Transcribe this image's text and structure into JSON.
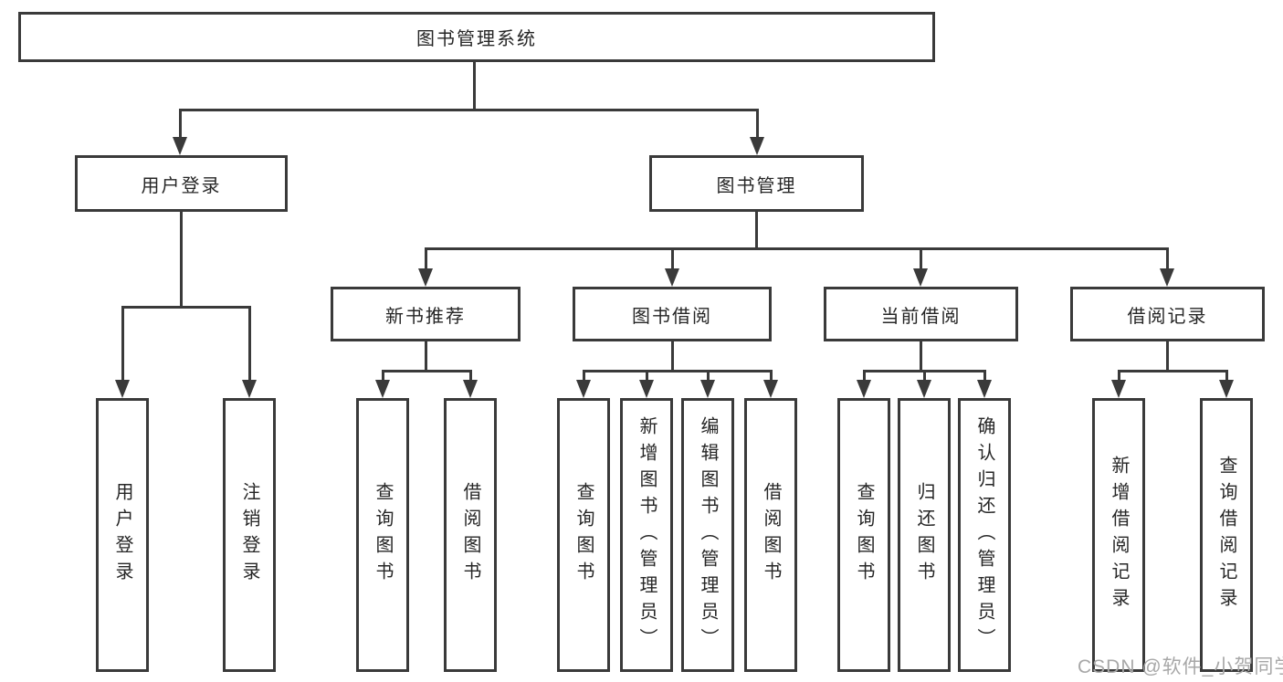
{
  "tree": {
    "label": "图书管理系统",
    "children": [
      {
        "label": "用户登录",
        "children": [
          {
            "label": "用户登录"
          },
          {
            "label": "注销登录"
          }
        ]
      },
      {
        "label": "图书管理",
        "children": [
          {
            "label": "新书推荐",
            "children": [
              {
                "label": "查询图书"
              },
              {
                "label": "借阅图书"
              }
            ]
          },
          {
            "label": "图书借阅",
            "children": [
              {
                "label": "查询图书"
              },
              {
                "label": "新增图书（管理员）"
              },
              {
                "label": "编辑图书（管理员）"
              },
              {
                "label": "借阅图书"
              }
            ]
          },
          {
            "label": "当前借阅",
            "children": [
              {
                "label": "查询图书"
              },
              {
                "label": "归还图书"
              },
              {
                "label": "确认归还（管理员）"
              }
            ]
          },
          {
            "label": "借阅记录",
            "children": [
              {
                "label": "新增借阅记录"
              },
              {
                "label": "查询借阅记录"
              }
            ]
          }
        ]
      }
    ]
  },
  "watermark": {
    "text": "CSDN @软件_小贺同学"
  },
  "colors": {
    "line": "#3a3a3a",
    "text": "#262626",
    "watermark": "#a8a8a8",
    "background": "#ffffff"
  }
}
